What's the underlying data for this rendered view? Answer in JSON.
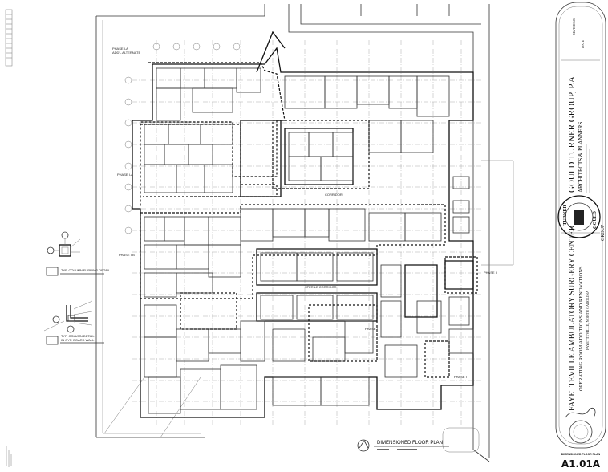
{
  "sheet": {
    "drawing_title": "DIMENSIONED FLOOR PLAN",
    "sheet_number": "A1.01A",
    "sheet_title_small": "DIMENSIONED FLOOR PLAN"
  },
  "title_block": {
    "revisions_label": "REVISIONS",
    "date_label": "DATE",
    "firm_name": "GOULD TURNER GROUP, P.A.",
    "firm_tagline": "ARCHITECTS & PLANNERS",
    "logo_text_top": "TURNER",
    "logo_text_bottom": "GOULD",
    "logo_text_side": "GROUP",
    "project_name": "FAYETTEVILLE AMBULATORY SURGERY CENTER",
    "project_subtitle": "OPERATING ROOM ADDITIONS AND RENOVATIONS",
    "project_location": "FAYETTEVILLE, NORTH CAROLINA"
  },
  "plan_labels": {
    "phase_1a_alt_line1": "PHASE I-A",
    "phase_1a_alt_line2": "ADD'L ALTERNATE",
    "phase_1a": "PHASE I-A",
    "phase_1b": "PHASE I-B",
    "phase_1_east": "PHASE I",
    "phase_1_center": "PHASE I",
    "phase_1_south": "PHASE I",
    "corridor": "CORRIDOR",
    "sterile_corridor": "STERILE CORRIDOR"
  },
  "details": {
    "furring_detail": "TYP. COLUMN FURRING DETAIL",
    "gyp_detail_line1": "TYP. COLUMN DETAIL",
    "gyp_detail_line2": "IN GYP. BOARD WALL"
  },
  "colors": {
    "ink": "#111111",
    "paper": "#ffffff"
  }
}
